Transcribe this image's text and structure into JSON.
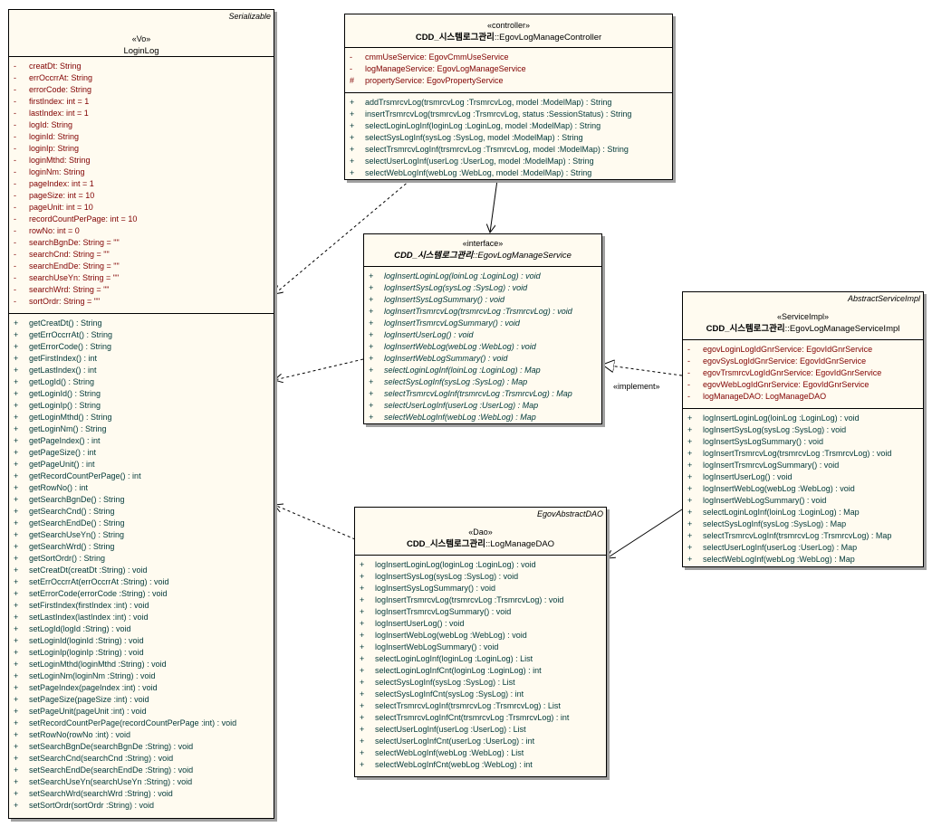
{
  "relations": {
    "implement_label": "«implement»"
  },
  "classes": [
    {
      "id": "c-loginlog",
      "name_prefix": "",
      "name": "LoginLog",
      "stereotype": "«Vo»",
      "parent": "Serializable",
      "italic": false,
      "attributes": [
        {
          "vis": "-",
          "text": "creatDt:  String"
        },
        {
          "vis": "-",
          "text": "errOccrrAt:  String"
        },
        {
          "vis": "-",
          "text": "errorCode:  String"
        },
        {
          "vis": "-",
          "text": "firstIndex:  int = 1"
        },
        {
          "vis": "-",
          "text": "lastIndex:  int = 1"
        },
        {
          "vis": "-",
          "text": "logId:  String"
        },
        {
          "vis": "-",
          "text": "loginId:  String"
        },
        {
          "vis": "-",
          "text": "loginIp:  String"
        },
        {
          "vis": "-",
          "text": "loginMthd:  String"
        },
        {
          "vis": "-",
          "text": "loginNm:  String"
        },
        {
          "vis": "-",
          "text": "pageIndex:  int = 1"
        },
        {
          "vis": "-",
          "text": "pageSize:  int = 10"
        },
        {
          "vis": "-",
          "text": "pageUnit:  int = 10"
        },
        {
          "vis": "-",
          "text": "recordCountPerPage:  int = 10"
        },
        {
          "vis": "-",
          "text": "rowNo:  int = 0"
        },
        {
          "vis": "-",
          "text": "searchBgnDe:  String = \"\""
        },
        {
          "vis": "-",
          "text": "searchCnd:  String = \"\""
        },
        {
          "vis": "-",
          "text": "searchEndDe:  String = \"\""
        },
        {
          "vis": "-",
          "text": "searchUseYn:  String = \"\""
        },
        {
          "vis": "-",
          "text": "searchWrd:  String = \"\""
        },
        {
          "vis": "-",
          "text": "sortOrdr:  String = \"\""
        }
      ],
      "operations": [
        {
          "vis": "+",
          "text": "getCreatDt() : String"
        },
        {
          "vis": "+",
          "text": "getErrOccrrAt() : String"
        },
        {
          "vis": "+",
          "text": "getErrorCode() : String"
        },
        {
          "vis": "+",
          "text": "getFirstIndex() : int"
        },
        {
          "vis": "+",
          "text": "getLastIndex() : int"
        },
        {
          "vis": "+",
          "text": "getLogId() : String"
        },
        {
          "vis": "+",
          "text": "getLoginId() : String"
        },
        {
          "vis": "+",
          "text": "getLoginIp() : String"
        },
        {
          "vis": "+",
          "text": "getLoginMthd() : String"
        },
        {
          "vis": "+",
          "text": "getLoginNm() : String"
        },
        {
          "vis": "+",
          "text": "getPageIndex() : int"
        },
        {
          "vis": "+",
          "text": "getPageSize() : int"
        },
        {
          "vis": "+",
          "text": "getPageUnit() : int"
        },
        {
          "vis": "+",
          "text": "getRecordCountPerPage() : int"
        },
        {
          "vis": "+",
          "text": "getRowNo() : int"
        },
        {
          "vis": "+",
          "text": "getSearchBgnDe() : String"
        },
        {
          "vis": "+",
          "text": "getSearchCnd() : String"
        },
        {
          "vis": "+",
          "text": "getSearchEndDe() : String"
        },
        {
          "vis": "+",
          "text": "getSearchUseYn() : String"
        },
        {
          "vis": "+",
          "text": "getSearchWrd() : String"
        },
        {
          "vis": "+",
          "text": "getSortOrdr() : String"
        },
        {
          "vis": "+",
          "text": "setCreatDt(creatDt :String) : void"
        },
        {
          "vis": "+",
          "text": "setErrOccrrAt(errOccrrAt :String) : void"
        },
        {
          "vis": "+",
          "text": "setErrorCode(errorCode :String) : void"
        },
        {
          "vis": "+",
          "text": "setFirstIndex(firstIndex :int) : void"
        },
        {
          "vis": "+",
          "text": "setLastIndex(lastIndex :int) : void"
        },
        {
          "vis": "+",
          "text": "setLogId(logId :String) : void"
        },
        {
          "vis": "+",
          "text": "setLoginId(loginId :String) : void"
        },
        {
          "vis": "+",
          "text": "setLoginIp(loginIp :String) : void"
        },
        {
          "vis": "+",
          "text": "setLoginMthd(loginMthd :String) : void"
        },
        {
          "vis": "+",
          "text": "setLoginNm(loginNm :String) : void"
        },
        {
          "vis": "+",
          "text": "setPageIndex(pageIndex :int) : void"
        },
        {
          "vis": "+",
          "text": "setPageSize(pageSize :int) : void"
        },
        {
          "vis": "+",
          "text": "setPageUnit(pageUnit :int) : void"
        },
        {
          "vis": "+",
          "text": "setRecordCountPerPage(recordCountPerPage :int) : void"
        },
        {
          "vis": "+",
          "text": "setRowNo(rowNo :int) : void"
        },
        {
          "vis": "+",
          "text": "setSearchBgnDe(searchBgnDe :String) : void"
        },
        {
          "vis": "+",
          "text": "setSearchCnd(searchCnd :String) : void"
        },
        {
          "vis": "+",
          "text": "setSearchEndDe(searchEndDe :String) : void"
        },
        {
          "vis": "+",
          "text": "setSearchUseYn(searchUseYn :String) : void"
        },
        {
          "vis": "+",
          "text": "setSearchWrd(searchWrd :String) : void"
        },
        {
          "vis": "+",
          "text": "setSortOrdr(sortOrdr :String) : void"
        }
      ]
    },
    {
      "id": "c-controller",
      "name_prefix": "CDD_시스템로그관리",
      "name": "::EgovLogManageController",
      "stereotype": "«controller»",
      "parent": "",
      "italic": false,
      "attributes": [
        {
          "vis": "-",
          "text": "cmmUseService:  EgovCmmUseService"
        },
        {
          "vis": "-",
          "text": "logManageService:  EgovLogManageService"
        },
        {
          "vis": "#",
          "text": "propertyService:  EgovPropertyService"
        }
      ],
      "operations": [
        {
          "vis": "+",
          "text": "addTrsmrcvLog(trsmrcvLog :TrsmrcvLog, model :ModelMap) : String"
        },
        {
          "vis": "+",
          "text": "insertTrsmrcvLog(trsmrcvLog :TrsmrcvLog, status :SessionStatus) : String"
        },
        {
          "vis": "+",
          "text": "selectLoginLogInf(loginLog :LoginLog, model :ModelMap) : String"
        },
        {
          "vis": "+",
          "text": "selectSysLogInf(sysLog :SysLog, model :ModelMap) : String"
        },
        {
          "vis": "+",
          "text": "selectTrsmrcvLogInf(trsmrcvLog :TrsmrcvLog, model :ModelMap) : String"
        },
        {
          "vis": "+",
          "text": "selectUserLogInf(userLog :UserLog, model :ModelMap) : String"
        },
        {
          "vis": "+",
          "text": "selectWebLogInf(webLog :WebLog, model :ModelMap) : String"
        }
      ]
    },
    {
      "id": "c-service",
      "name_prefix": "CDD_시스템로그관리",
      "name": "::EgovLogManageService",
      "stereotype": "«interface»",
      "parent": "",
      "italic": true,
      "attributes": [],
      "operations": [
        {
          "vis": "+",
          "text": "logInsertLoginLog(loinLog :LoginLog) : void"
        },
        {
          "vis": "+",
          "text": "logInsertSysLog(sysLog :SysLog) : void"
        },
        {
          "vis": "+",
          "text": "logInsertSysLogSummary() : void"
        },
        {
          "vis": "+",
          "text": "logInsertTrsmrcvLog(trsmrcvLog :TrsmrcvLog) : void"
        },
        {
          "vis": "+",
          "text": "logInsertTrsmrcvLogSummary() : void"
        },
        {
          "vis": "+",
          "text": "logInsertUserLog() : void"
        },
        {
          "vis": "+",
          "text": "logInsertWebLog(webLog :WebLog) : void"
        },
        {
          "vis": "+",
          "text": "logInsertWebLogSummary() : void"
        },
        {
          "vis": "+",
          "text": "selectLoginLogInf(loinLog :LoginLog) : Map"
        },
        {
          "vis": "+",
          "text": "selectSysLogInf(sysLog :SysLog) : Map"
        },
        {
          "vis": "+",
          "text": "selectTrsmrcvLogInf(trsmrcvLog :TrsmrcvLog) : Map"
        },
        {
          "vis": "+",
          "text": "selectUserLogInf(userLog :UserLog) : Map"
        },
        {
          "vis": "+",
          "text": "selectWebLogInf(webLog :WebLog) : Map"
        }
      ]
    },
    {
      "id": "c-impl",
      "name_prefix": "CDD_시스템로그관리",
      "name": "::EgovLogManageServiceImpl",
      "stereotype": "«ServiceImpl»",
      "parent": "AbstractServiceImpl",
      "italic": false,
      "attributes": [
        {
          "vis": "-",
          "text": "egovLoginLogIdGnrService:  EgovIdGnrService"
        },
        {
          "vis": "-",
          "text": "egovSysLogIdGnrService:  EgovIdGnrService"
        },
        {
          "vis": "-",
          "text": "egovTrsmrcvLogIdGnrService:  EgovIdGnrService"
        },
        {
          "vis": "-",
          "text": "egovWebLogIdGnrService:  EgovIdGnrService"
        },
        {
          "vis": "-",
          "text": "logManageDAO:  LogManageDAO"
        }
      ],
      "operations": [
        {
          "vis": "+",
          "text": "logInsertLoginLog(loinLog :LoginLog) : void"
        },
        {
          "vis": "+",
          "text": "logInsertSysLog(sysLog :SysLog) : void"
        },
        {
          "vis": "+",
          "text": "logInsertSysLogSummary() : void"
        },
        {
          "vis": "+",
          "text": "logInsertTrsmrcvLog(trsmrcvLog :TrsmrcvLog) : void"
        },
        {
          "vis": "+",
          "text": "logInsertTrsmrcvLogSummary() : void"
        },
        {
          "vis": "+",
          "text": "logInsertUserLog() : void"
        },
        {
          "vis": "+",
          "text": "logInsertWebLog(webLog :WebLog) : void"
        },
        {
          "vis": "+",
          "text": "logInsertWebLogSummary() : void"
        },
        {
          "vis": "+",
          "text": "selectLoginLogInf(loinLog :LoginLog) : Map"
        },
        {
          "vis": "+",
          "text": "selectSysLogInf(sysLog :SysLog) : Map"
        },
        {
          "vis": "+",
          "text": "selectTrsmrcvLogInf(trsmrcvLog :TrsmrcvLog) : Map"
        },
        {
          "vis": "+",
          "text": "selectUserLogInf(userLog :UserLog) : Map"
        },
        {
          "vis": "+",
          "text": "selectWebLogInf(webLog :WebLog) : Map"
        }
      ]
    },
    {
      "id": "c-dao",
      "name_prefix": "CDD_시스템로그관리",
      "name": "::LogManageDAO",
      "stereotype": "«Dao»",
      "parent": "EgovAbstractDAO",
      "italic": false,
      "attributes": [],
      "operations": [
        {
          "vis": "+",
          "text": "logInsertLoginLog(loginLog :LoginLog) : void"
        },
        {
          "vis": "+",
          "text": "logInsertSysLog(sysLog :SysLog) : void"
        },
        {
          "vis": "+",
          "text": "logInsertSysLogSummary() : void"
        },
        {
          "vis": "+",
          "text": "logInsertTrsmrcvLog(trsmrcvLog :TrsmrcvLog) : void"
        },
        {
          "vis": "+",
          "text": "logInsertTrsmrcvLogSummary() : void"
        },
        {
          "vis": "+",
          "text": "logInsertUserLog() : void"
        },
        {
          "vis": "+",
          "text": "logInsertWebLog(webLog :WebLog) : void"
        },
        {
          "vis": "+",
          "text": "logInsertWebLogSummary() : void"
        },
        {
          "vis": "+",
          "text": "selectLoginLogInf(loginLog :LoginLog) : List"
        },
        {
          "vis": "+",
          "text": "selectLoginLogInfCnt(loginLog :LoginLog) : int"
        },
        {
          "vis": "+",
          "text": "selectSysLogInf(sysLog :SysLog) : List"
        },
        {
          "vis": "+",
          "text": "selectSysLogInfCnt(sysLog :SysLog) : int"
        },
        {
          "vis": "+",
          "text": "selectTrsmrcvLogInf(trsmrcvLog :TrsmrcvLog) : List"
        },
        {
          "vis": "+",
          "text": "selectTrsmrcvLogInfCnt(trsmrcvLog :TrsmrcvLog) : int"
        },
        {
          "vis": "+",
          "text": "selectUserLogInf(userLog :UserLog) : List"
        },
        {
          "vis": "+",
          "text": "selectUserLogInfCnt(userLog :UserLog) : int"
        },
        {
          "vis": "+",
          "text": "selectWebLogInf(webLog :WebLog) : List"
        },
        {
          "vis": "+",
          "text": "selectWebLogInfCnt(webLog :WebLog) : int"
        }
      ]
    }
  ]
}
